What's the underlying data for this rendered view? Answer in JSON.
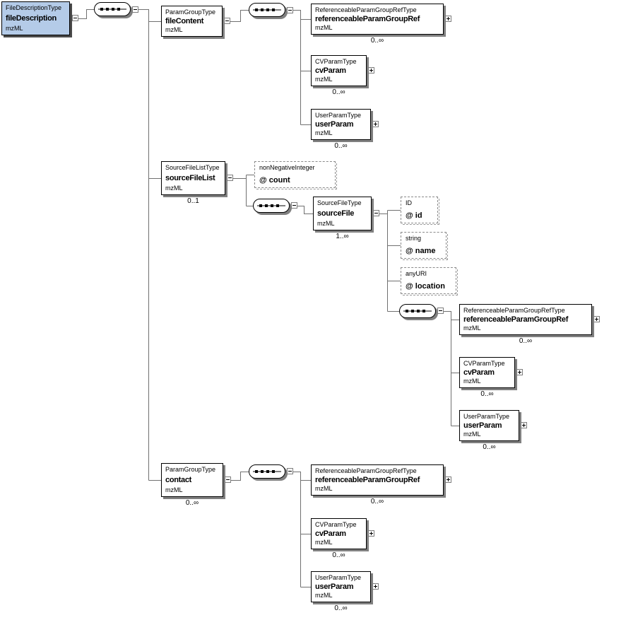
{
  "colors": {
    "selected_node_bg": "#b4cbe8",
    "node_bg": "#ffffff",
    "node_border": "#000000",
    "node_shadow": "#808080",
    "connector": "#707070"
  },
  "icons": {
    "sequence_compositor": "rounded-box-with-dotted-sequence",
    "collapse": "minus-box",
    "expand": "plus-box"
  },
  "diagram": {
    "root": {
      "type": "FileDescriptionType",
      "name": "fileDescription",
      "ns": "mzML"
    },
    "fileContent": {
      "type": "ParamGroupType",
      "name": "fileContent",
      "ns": "mzML",
      "children": [
        {
          "type": "ReferenceableParamGroupRefType",
          "name": "referenceableParamGroupRef",
          "ns": "mzML",
          "cardinality": "0..∞"
        },
        {
          "type": "CVParamType",
          "name": "cvParam",
          "ns": "mzML",
          "cardinality": "0..∞"
        },
        {
          "type": "UserParamType",
          "name": "userParam",
          "ns": "mzML",
          "cardinality": "0..∞"
        }
      ]
    },
    "sourceFileList": {
      "type": "SourceFileListType",
      "name": "sourceFileList",
      "ns": "mzML",
      "cardinality": "0..1",
      "count_attribute": {
        "type": "nonNegativeInteger",
        "name": "@  count"
      },
      "sourceFile": {
        "type": "SourceFileType",
        "name": "sourceFile",
        "ns": "mzML",
        "cardinality": "1..∞",
        "attributes": [
          {
            "type": "ID",
            "name": "@  id"
          },
          {
            "type": "string",
            "name": "@  name"
          },
          {
            "type": "anyURI",
            "name": "@  location"
          }
        ],
        "children": [
          {
            "type": "ReferenceableParamGroupRefType",
            "name": "referenceableParamGroupRef",
            "ns": "mzML",
            "cardinality": "0..∞"
          },
          {
            "type": "CVParamType",
            "name": "cvParam",
            "ns": "mzML",
            "cardinality": "0..∞"
          },
          {
            "type": "UserParamType",
            "name": "userParam",
            "ns": "mzML",
            "cardinality": "0..∞"
          }
        ]
      }
    },
    "contact": {
      "type": "ParamGroupType",
      "name": "contact",
      "ns": "mzML",
      "cardinality": "0..∞",
      "children": [
        {
          "type": "ReferenceableParamGroupRefType",
          "name": "referenceableParamGroupRef",
          "ns": "mzML",
          "cardinality": "0..∞"
        },
        {
          "type": "CVParamType",
          "name": "cvParam",
          "ns": "mzML",
          "cardinality": "0..∞"
        },
        {
          "type": "UserParamType",
          "name": "userParam",
          "ns": "mzML",
          "cardinality": "0..∞"
        }
      ]
    }
  }
}
